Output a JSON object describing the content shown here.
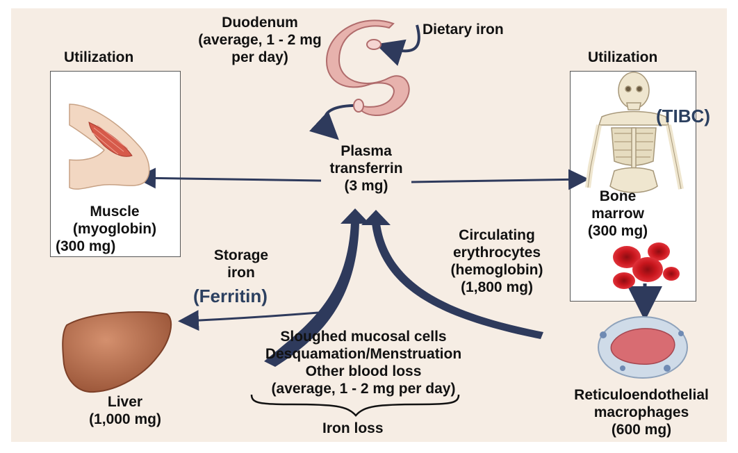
{
  "labels": {
    "utilization_left": "Utilization",
    "utilization_right": "Utilization",
    "duodenum": [
      "Duodenum",
      "(average, 1 - 2 mg",
      "per day)"
    ],
    "dietary_iron": "Dietary iron",
    "plasma": [
      "Plasma",
      "transferrin",
      "(3 mg)"
    ],
    "muscle": [
      "Muscle",
      "(myoglobin)",
      "(300 mg)"
    ],
    "bone_marrow": [
      "Bone",
      "marrow",
      "(300 mg)"
    ],
    "tibc": "(TIBC)",
    "circulating": [
      "Circulating",
      "erythrocytes",
      "(hemoglobin)",
      "(1,800 mg)"
    ],
    "storage": [
      "Storage",
      "iron"
    ],
    "ferritin": "(Ferritin)",
    "loss": [
      "Sloughed mucosal cells",
      "Desquamation/Menstruation",
      "Other blood loss",
      "(average, 1 - 2 mg per day)"
    ],
    "iron_loss": "Iron loss",
    "liver": [
      "Liver",
      "(1,000 mg)"
    ],
    "macrophages": [
      "Reticuloendothelial",
      "macrophages",
      "(600 mg)"
    ]
  },
  "icons": {
    "duodenum": "intestine-icon",
    "muscle": "arm-muscle-icon",
    "bone_marrow": "skeleton-icon",
    "erythrocytes": "red-blood-cells-icon",
    "liver": "liver-icon",
    "macrophage": "macrophage-cell-icon"
  },
  "colors": {
    "background": "#f6ede4",
    "arrow": "#2e3a5c",
    "accent_text": "#2c4060",
    "rbc": "#c8161d",
    "liver": "#b06a4a"
  }
}
